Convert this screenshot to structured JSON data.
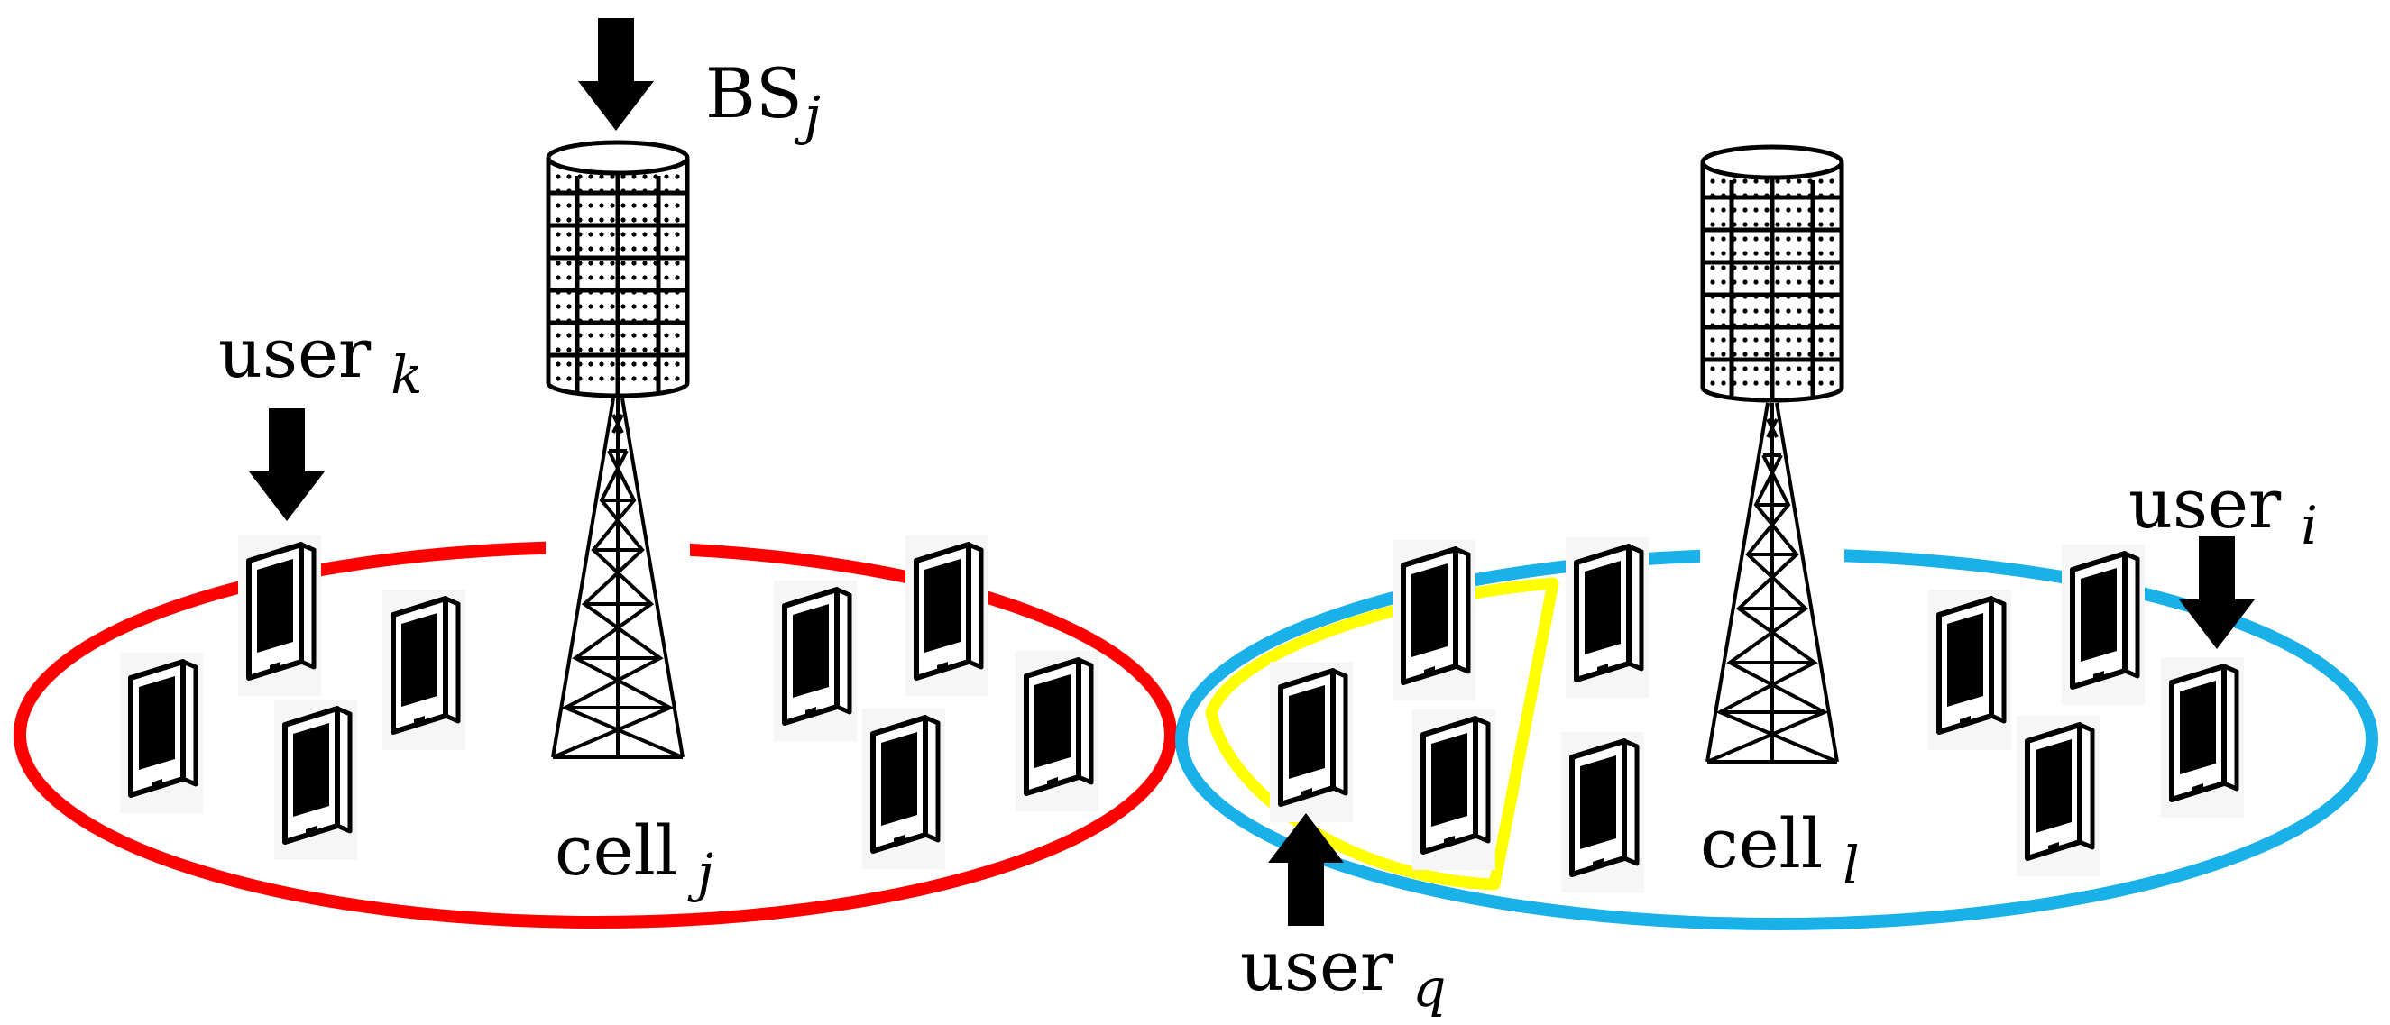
{
  "labels": {
    "bs": {
      "text": "BS",
      "sub": "j"
    },
    "user_k": {
      "text": "user",
      "sub": "k"
    },
    "cell_j": {
      "text": "cell",
      "sub": "j"
    },
    "user_i": {
      "text": "user",
      "sub": "i"
    },
    "cell_l": {
      "text": "cell",
      "sub": "l"
    },
    "user_q": {
      "text": "user",
      "sub": "q"
    }
  },
  "colors": {
    "cell_j_outline": "#ff0000",
    "cell_l_outline": "#1ab0e8",
    "user_q_region": "#ffff00",
    "ink": "#000000"
  },
  "icons": {
    "base_station": "antenna-tower-icon",
    "user_device": "mobile-phone-icon",
    "pointer": "arrow-icon"
  }
}
